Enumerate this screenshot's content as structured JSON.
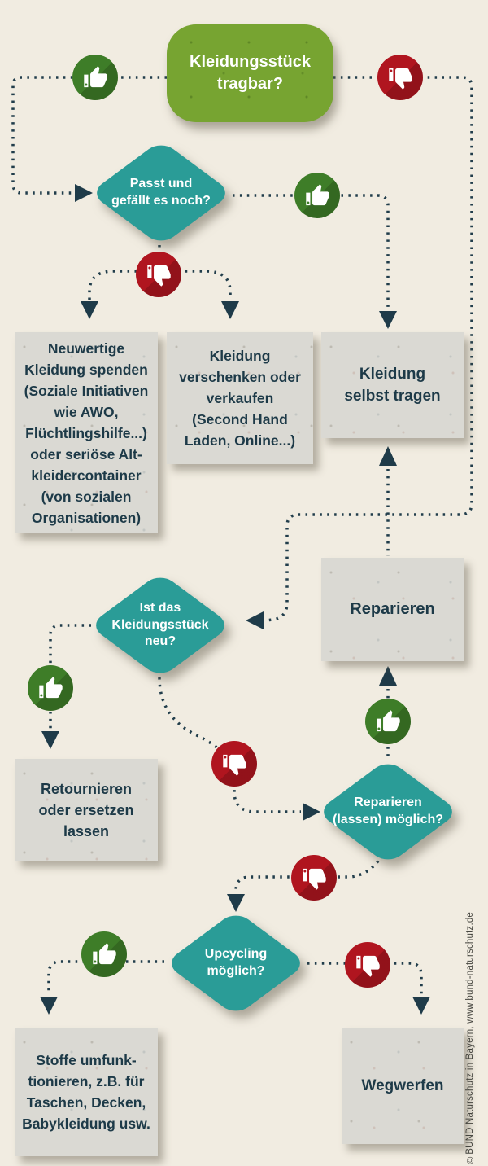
{
  "colors": {
    "background": "#f1ece1",
    "start_green": "#77a431",
    "decision_teal": "#2a9c97",
    "box_gray": "#dad9d3",
    "text_dark": "#1d3a48",
    "yes_green": "#3e7d28",
    "no_red": "#b0151f",
    "connector": "#213d4b"
  },
  "nodes": {
    "start": {
      "label": "Kleidungsstück\ntragbar?"
    },
    "q_fit": {
      "label": "Passt und\ngefällt es noch?"
    },
    "donate": {
      "label": "Neuwertige\nKleidung spenden\n(Soziale Initiativen\nwie AWO,\nFlüchtlingshilfe...)\noder seriöse Alt-\nkleidercontainer\n(von sozialen\nOrganisationen)"
    },
    "give_sell": {
      "label": "Kleidung\nverschenken oder\nverkaufen\n(Second Hand\nLaden, Online...)"
    },
    "wear": {
      "label": "Kleidung\nselbst tragen"
    },
    "q_new": {
      "label": "Ist das\nKleidungsstück\nneu?"
    },
    "repair": {
      "label": "Reparieren"
    },
    "retour": {
      "label": "Retournieren\noder ersetzen\nlassen"
    },
    "q_repair": {
      "label": "Reparieren\n(lassen) möglich?"
    },
    "q_upcycle": {
      "label": "Upcycling\nmöglich?"
    },
    "repurpose": {
      "label": "Stoffe umfunk-\ntionieren, z.B. für\nTaschen, Decken,\nBabykleidung usw."
    },
    "discard": {
      "label": "Wegwerfen"
    }
  },
  "icons": {
    "yes": "thumbs-up",
    "no": "thumbs-down"
  },
  "credit": "©BUND Naturschutz in Bayern, www.bund-naturschutz.de"
}
